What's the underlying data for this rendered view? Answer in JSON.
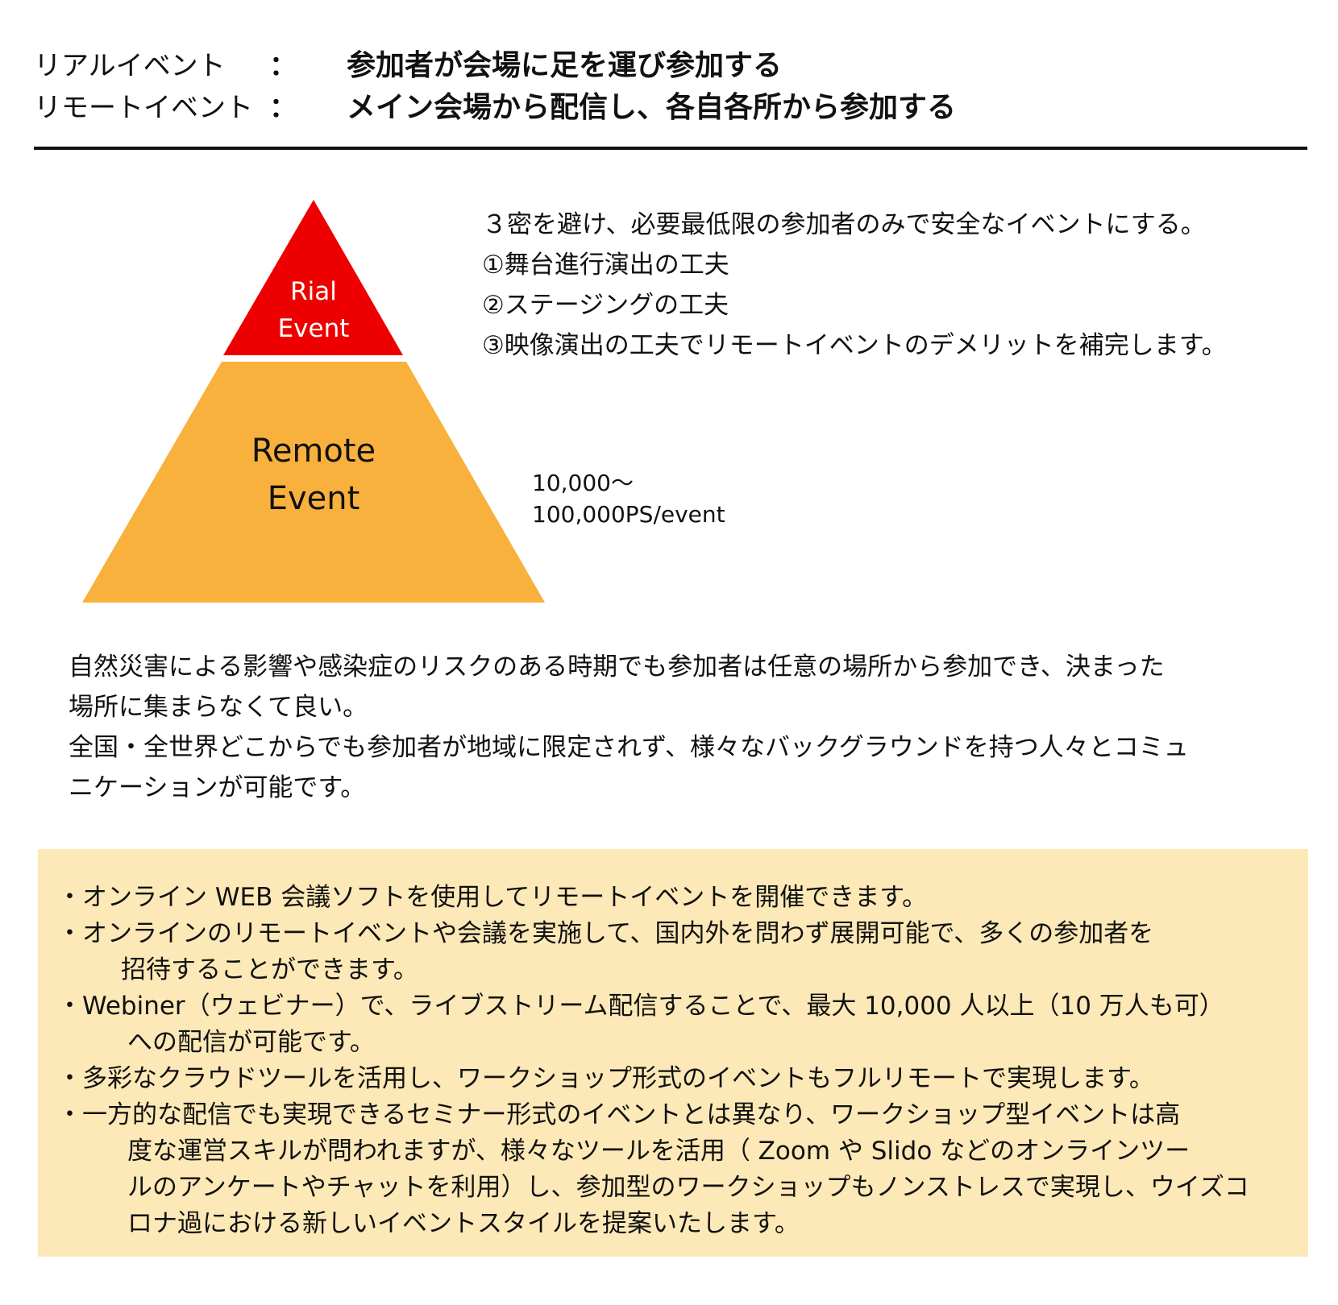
{
  "header": {
    "rows": [
      {
        "term": "リアルイベント",
        "colon": "：",
        "desc": "参加者が会場に足を運び参加する"
      },
      {
        "term": "リモートイベント",
        "colon": "：",
        "desc": "メイン会場から配信し、各自各所から参加する"
      }
    ]
  },
  "pyramid": {
    "top": {
      "line1": "Rial",
      "line2": "Event",
      "color": "#ee0000",
      "text_color": "#ffffff"
    },
    "bottom": {
      "line1": "Remote",
      "line2": "Event",
      "color": "#f8b13c",
      "text_color": "#111111"
    }
  },
  "right_text": {
    "lines": [
      "３密を避け、必要最低限の参加者のみで安全なイベントにする。",
      "①舞台進行演出の工夫",
      "②ステージングの工夫",
      "③映像演出の工夫でリモートイベントのデメリットを補完します。"
    ]
  },
  "count": {
    "line1": "10,000～",
    "line2": "100,000PS/event"
  },
  "middle_text": {
    "lines": [
      "自然災害による影響や感染症のリスクのある時期でも参加者は任意の場所から参加でき、決まった",
      "場所に集まらなくて良い。",
      "全国・全世界どこからでも参加者が地域に限定されず、様々なバックグラウンドを持つ人々とコミュ",
      "ニケーションが可能です。"
    ]
  },
  "notes": {
    "background": "#fde9b7",
    "lines": [
      "・オンライン WEB 会議ソフトを使用してリモートイベントを開催できます。",
      "・オンラインのリモートイベントや会議を実施して、国内外を問わず展開可能で、多くの参加者を",
      "招待することができます。",
      "・Webiner（ウェビナー）で、ライブストリーム配信することで、最大 10,000 人以上（10 万人も可）",
      "への配信が可能です。",
      "・多彩なクラウドツールを活用し、ワークショップ形式のイベントもフルリモートで実現します。",
      "・一方的な配信でも実現できるセミナー形式のイベントとは異なり、ワークショップ型イベントは高",
      "度な運営スキルが問われますが、様々なツールを活用（ Zoom や Slido などのオンラインツー",
      "ルのアンケートやチャットを利用）し、参加型のワークショップもノンストレスで実現し、ウイズコ",
      "ロナ過における新しいイベントスタイルを提案いたします。"
    ]
  }
}
